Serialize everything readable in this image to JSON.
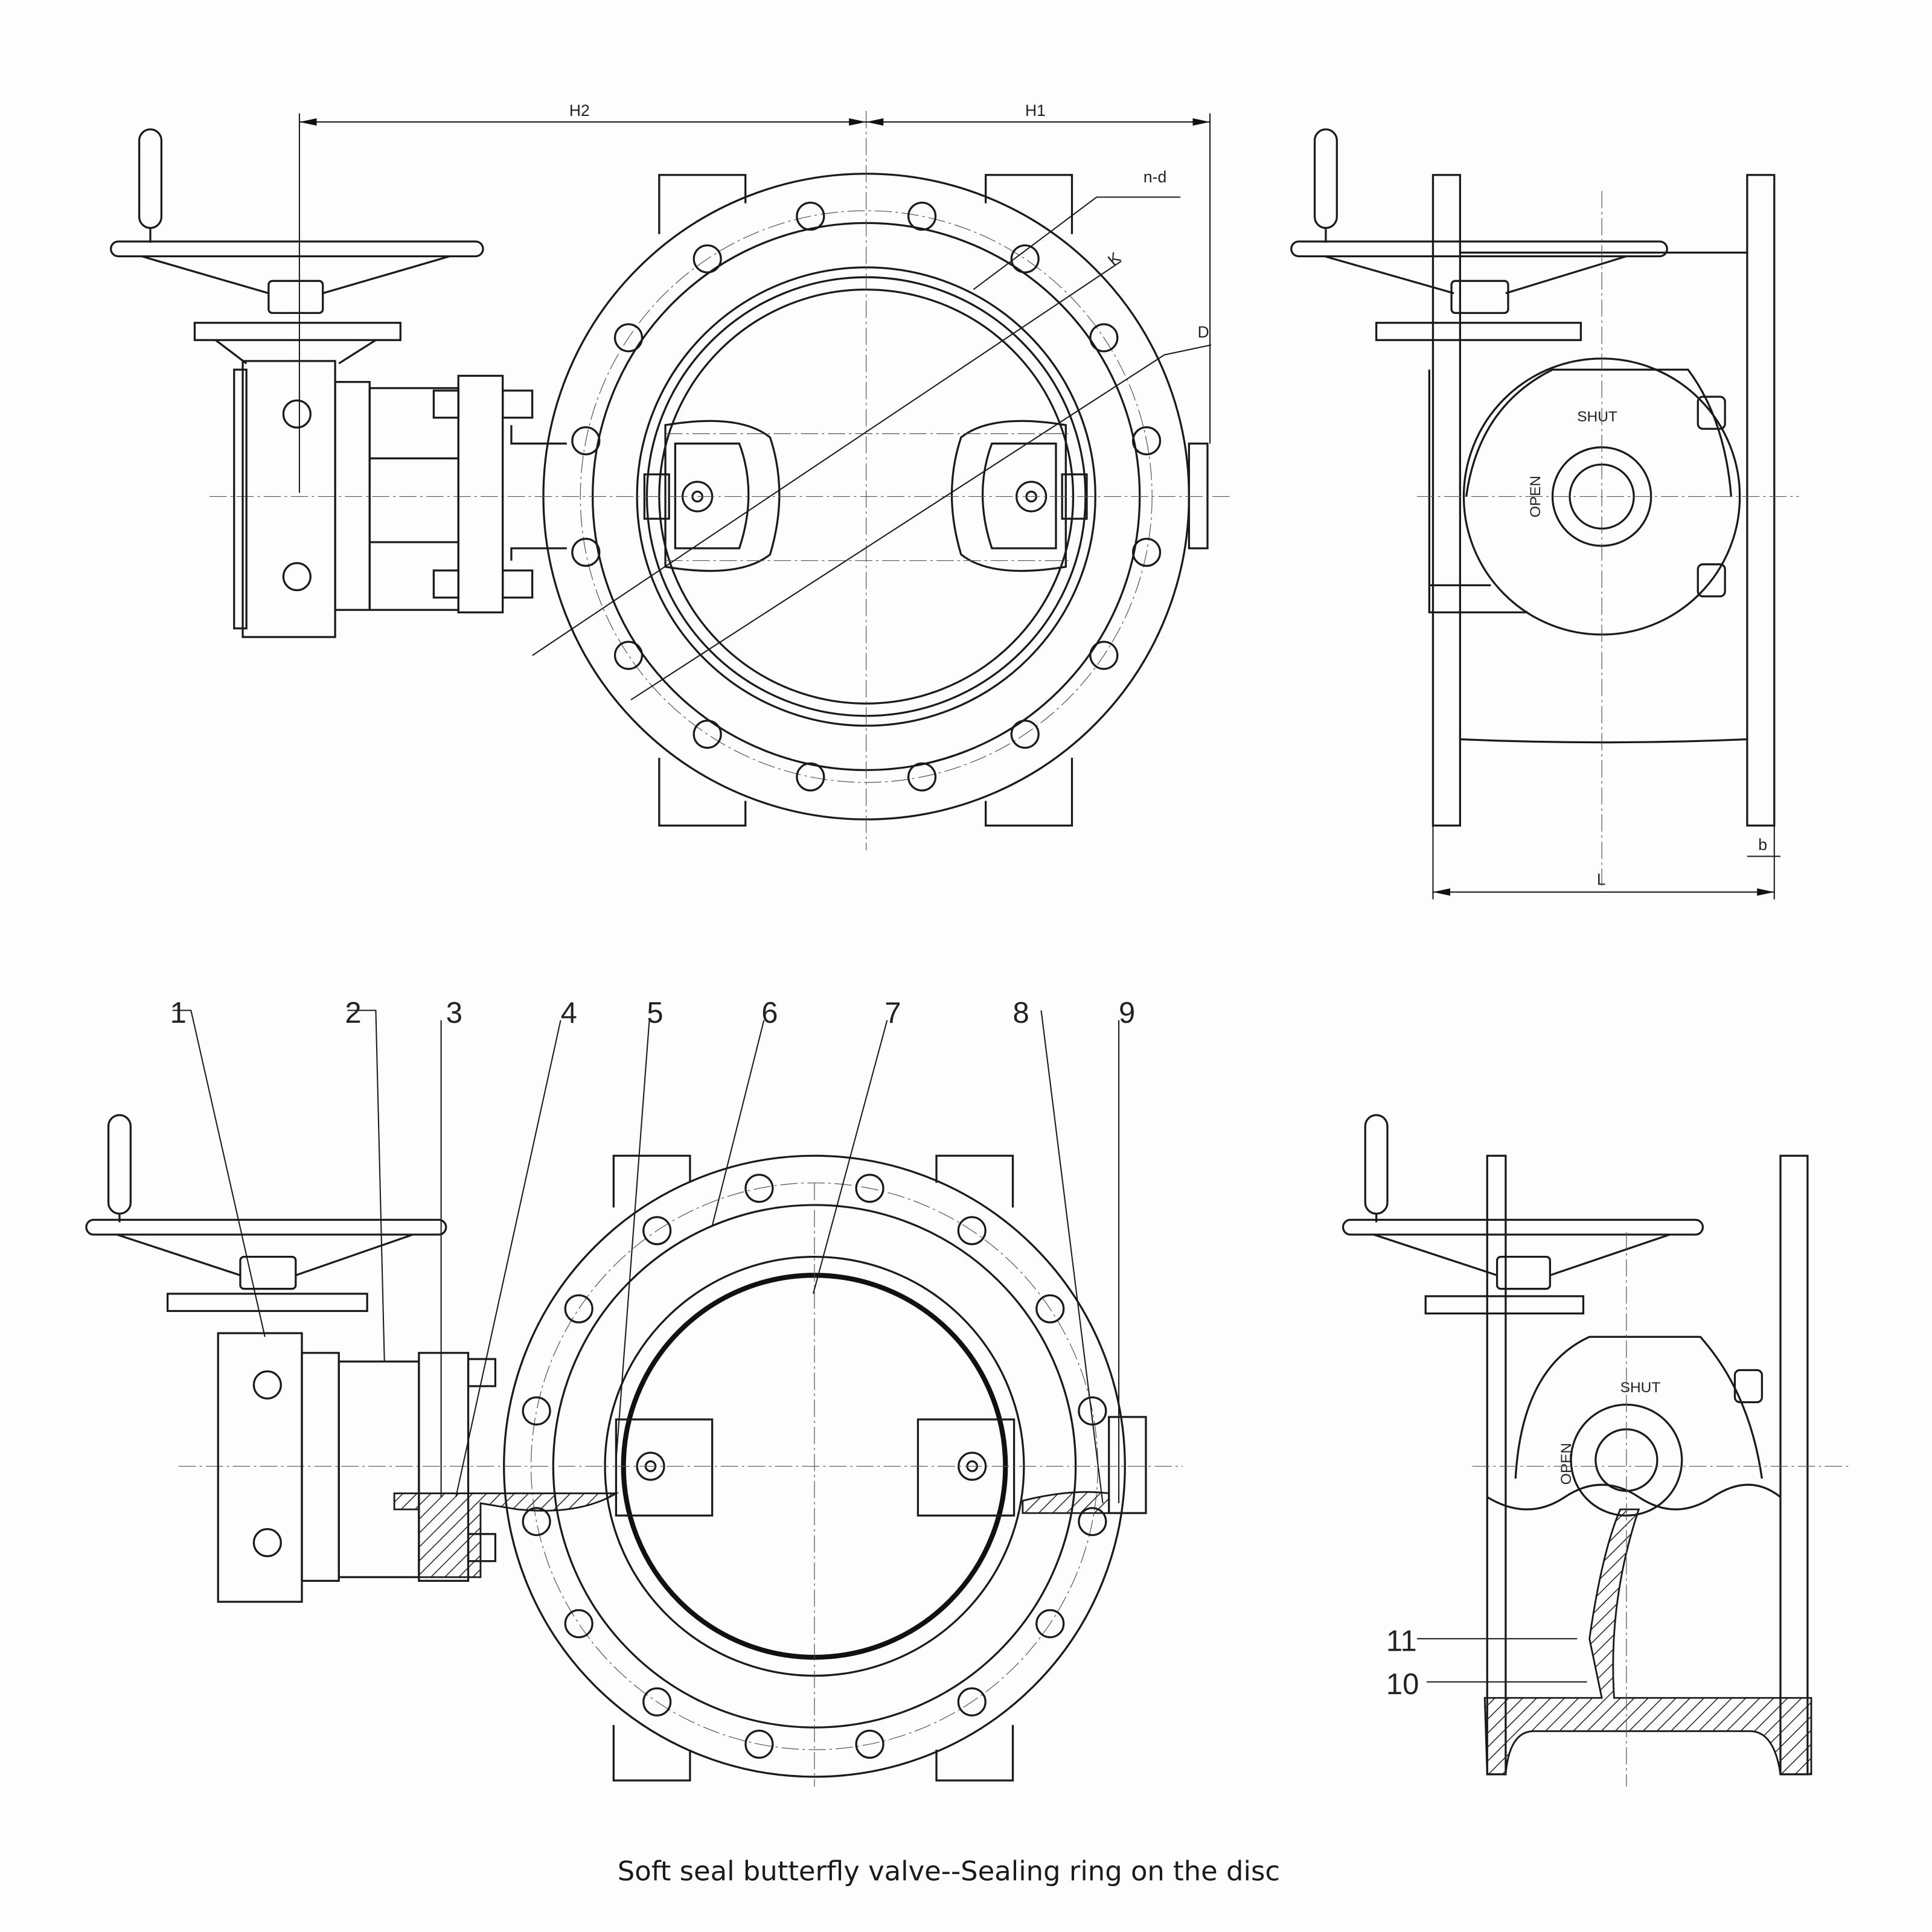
{
  "dimensions": {
    "h2": "H2",
    "h1": "H1",
    "nd": "n-d",
    "k": "K",
    "d": "D",
    "b": "b",
    "l": "L"
  },
  "indicator": {
    "shut": "SHUT",
    "open": "OPEN"
  },
  "part_numbers": [
    "1",
    "2",
    "3",
    "4",
    "5",
    "6",
    "7",
    "8",
    "9",
    "10",
    "11"
  ],
  "caption": "Soft seal butterfly valve--Sealing ring on the disc"
}
